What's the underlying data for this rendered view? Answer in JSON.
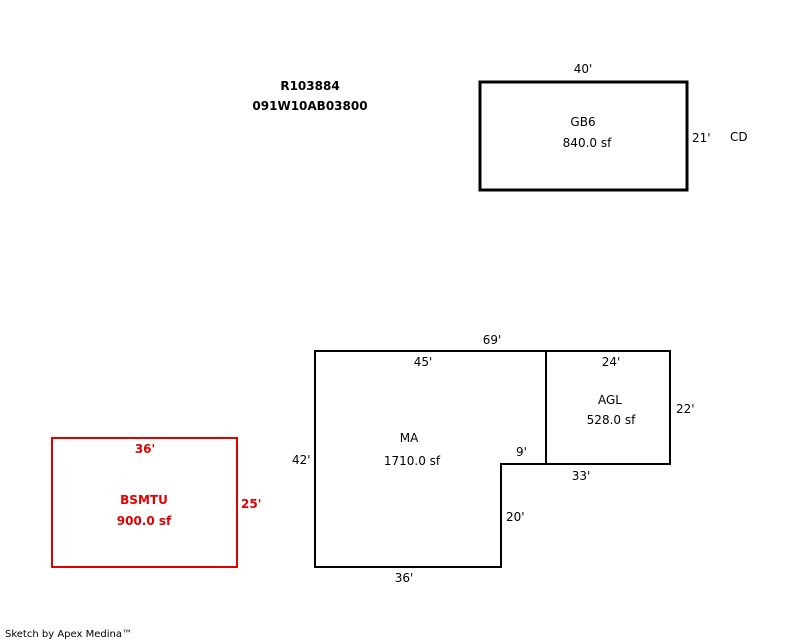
{
  "header": {
    "parcel_id": "R103884",
    "map_number": "091W10AB03800"
  },
  "areas": {
    "gb6": {
      "label": "GB6",
      "area": "840.0 sf",
      "top": "40'",
      "right": "21'",
      "side_note": "CD"
    },
    "ma": {
      "label": "MA",
      "area": "1710.0 sf",
      "overall_top": "69'",
      "top": "45'",
      "left": "42'",
      "notch": "9'",
      "notch_side": "20'",
      "bottom": "36'"
    },
    "agl": {
      "label": "AGL",
      "area": "528.0 sf",
      "top": "24'",
      "right": "22'",
      "bottom": "33'"
    },
    "bsmtu": {
      "label": "BSMTU",
      "area": "900.0 sf",
      "top": "36'",
      "right": "25'",
      "color": "#e00000"
    }
  },
  "footer": {
    "credit": "Sketch by Apex Medina™"
  }
}
